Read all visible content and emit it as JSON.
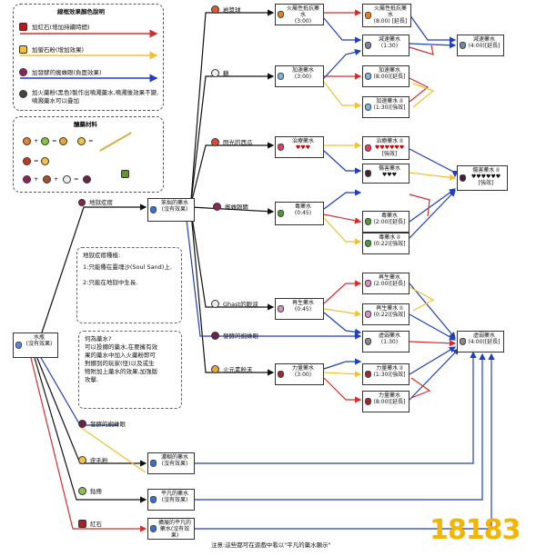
{
  "legend": {
    "title": "線框效果顏色說明",
    "items": [
      {
        "text": "加紅石(增加持續時間)",
        "color": "#d32f2f"
      },
      {
        "text": "加螢石粉(增加效果)",
        "color": "#f1c232"
      },
      {
        "text": "加發酵的蜘蛛眼(負面效果)",
        "color": "#1f3fbf"
      },
      {
        "text": "加火藥粉(黑色)製作出噴濺藥水,噴濺後效果不變,噴濺藥水可以疊加",
        "color": "#111111"
      }
    ]
  },
  "materials": {
    "title": "釀藥材料"
  },
  "water": {
    "name": "水瓶",
    "sub": "(沒有效果)"
  },
  "nether_wart": "地獄疙瘩",
  "awkward": {
    "name": "笨拙的藥水",
    "sub": "(沒有效果)"
  },
  "note_nether": {
    "title": "地獄疙瘩種植:",
    "lines": [
      "1:只能種在靈魂沙(Soul Sand)上.",
      "2:只能在地獄中生長."
    ]
  },
  "note_splash": {
    "lines": [
      "何為藥水?",
      "可以投擲的藥水,在要擁有效",
      "果的藥水中加入火藥粉即可",
      "對擲到的玩家(怪)以及或生",
      "物附加上藥水的效果,加強版",
      "攻擊."
    ]
  },
  "ingredients": {
    "magma": "岩漿球",
    "sugar": "糖",
    "melon": "閃光的西瓜",
    "spider_eye": "蜘蛛眼睛",
    "ghast_tear": "Ghast的眼淚",
    "fermented": "發酵的蜘蛛眼",
    "blaze": "火元素粉末",
    "fermented2": "發酵的蜘蛛眼",
    "wart": "疣毛粉",
    "glow": "鈷冊",
    "redstone": "紅石"
  },
  "potions": {
    "fire": {
      "name": "火屬性抵抗藥水",
      "time": "(3:00)"
    },
    "fire_ext": {
      "name": "火屬性抵抗藥水",
      "time": "(8:00)",
      "tag": "[延長]"
    },
    "slow1": {
      "name": "減速藥水",
      "time": "(1:30)"
    },
    "slow_ext": {
      "name": "減速藥水",
      "time": "(4:00)",
      "tag": "[延長]"
    },
    "speed": {
      "name": "加速藥水",
      "time": "(3:00)"
    },
    "speed_ext": {
      "name": "加速藥水",
      "time": "(8:00)",
      "tag": "[延長]"
    },
    "speed2": {
      "name": "加速藥水 II",
      "time": "(1:30)",
      "tag": "[強效]"
    },
    "heal": {
      "name": "治療藥水",
      "hearts": "♥♥♥"
    },
    "heal2": {
      "name": "治療藥水 II",
      "hearts": "♥♥♥♥♥♥",
      "tag": "[強效]"
    },
    "harm": {
      "name": "傷害藥水",
      "hearts": "♥♥♥"
    },
    "harm2": {
      "name": "傷害藥水 II",
      "hearts": "♥♥♥♥♥♥",
      "tag": "[強效]"
    },
    "poison": {
      "name": "毒藥水",
      "time": "(0:45)"
    },
    "poison_ext": {
      "name": "毒藥水",
      "time": "(2:00)",
      "tag": "[延長]"
    },
    "poison2": {
      "name": "毒藥水 II",
      "time": "(0:22)",
      "tag": "[強效]"
    },
    "regen": {
      "name": "再生藥水",
      "time": "(0:45)"
    },
    "regen_ext": {
      "name": "再生藥水",
      "time": "(2:00)",
      "tag": "[延長]"
    },
    "regen2": {
      "name": "再生藥水 II",
      "time": "(0:22)",
      "tag": "[強效]"
    },
    "weak": {
      "name": "虛弱藥水",
      "time": "(1:30)"
    },
    "weak_ext": {
      "name": "虛弱藥水",
      "time": "(4:00)",
      "tag": "[延長]"
    },
    "strength": {
      "name": "力量藥水",
      "time": "(3:00)"
    },
    "strength2": {
      "name": "力量藥水 II",
      "time": "(1:30)",
      "tag": "[強效]"
    },
    "strength_ext": {
      "name": "力量藥水",
      "time": "(8:00)",
      "tag": "[延長]"
    },
    "thick": {
      "name": "濃稠的藥水",
      "sub": "(沒有效果)"
    },
    "mundane": {
      "name": "平凡的藥水",
      "sub": "(沒有效果)"
    },
    "mundane_ext": {
      "name": "擴展的平凡的",
      "sub": "藥水(沒有效果)"
    }
  },
  "footer": "注意:這些都可在遊戲中看以\"平凡的藥水顯示\"",
  "watermark": "18183",
  "colors": {
    "redstone": "#d32f2f",
    "glowstone": "#f1c232",
    "fermented": "#1f3fbf",
    "base": "#111111"
  }
}
